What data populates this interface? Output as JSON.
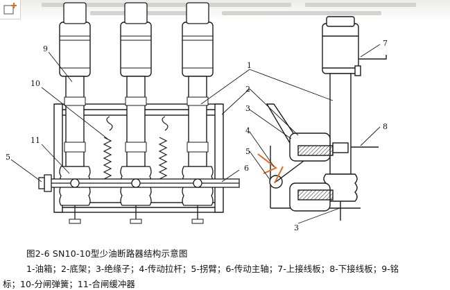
{
  "caption": {
    "figure_title": "图2-6    SN10-10型少油断路器结构示意图",
    "legend_line1": "1-油箱；2-底架；3-绝缘子；4-传动拉杆；5-拐臂；6-传动主轴；7-上接线板；8-下接线板；9-铭",
    "legend_line2": "标；10-分闸弹簧；11-合闸缓冲器"
  },
  "callouts": [
    "1",
    "2",
    "3",
    "4",
    "5",
    "6",
    "7",
    "8",
    "9",
    "10",
    "11",
    "5",
    "3"
  ],
  "colors": {
    "line": "#1a1a1a",
    "text": "#111111",
    "accent": "#e06a28"
  },
  "icons": {
    "corner": "add-image-icon"
  }
}
